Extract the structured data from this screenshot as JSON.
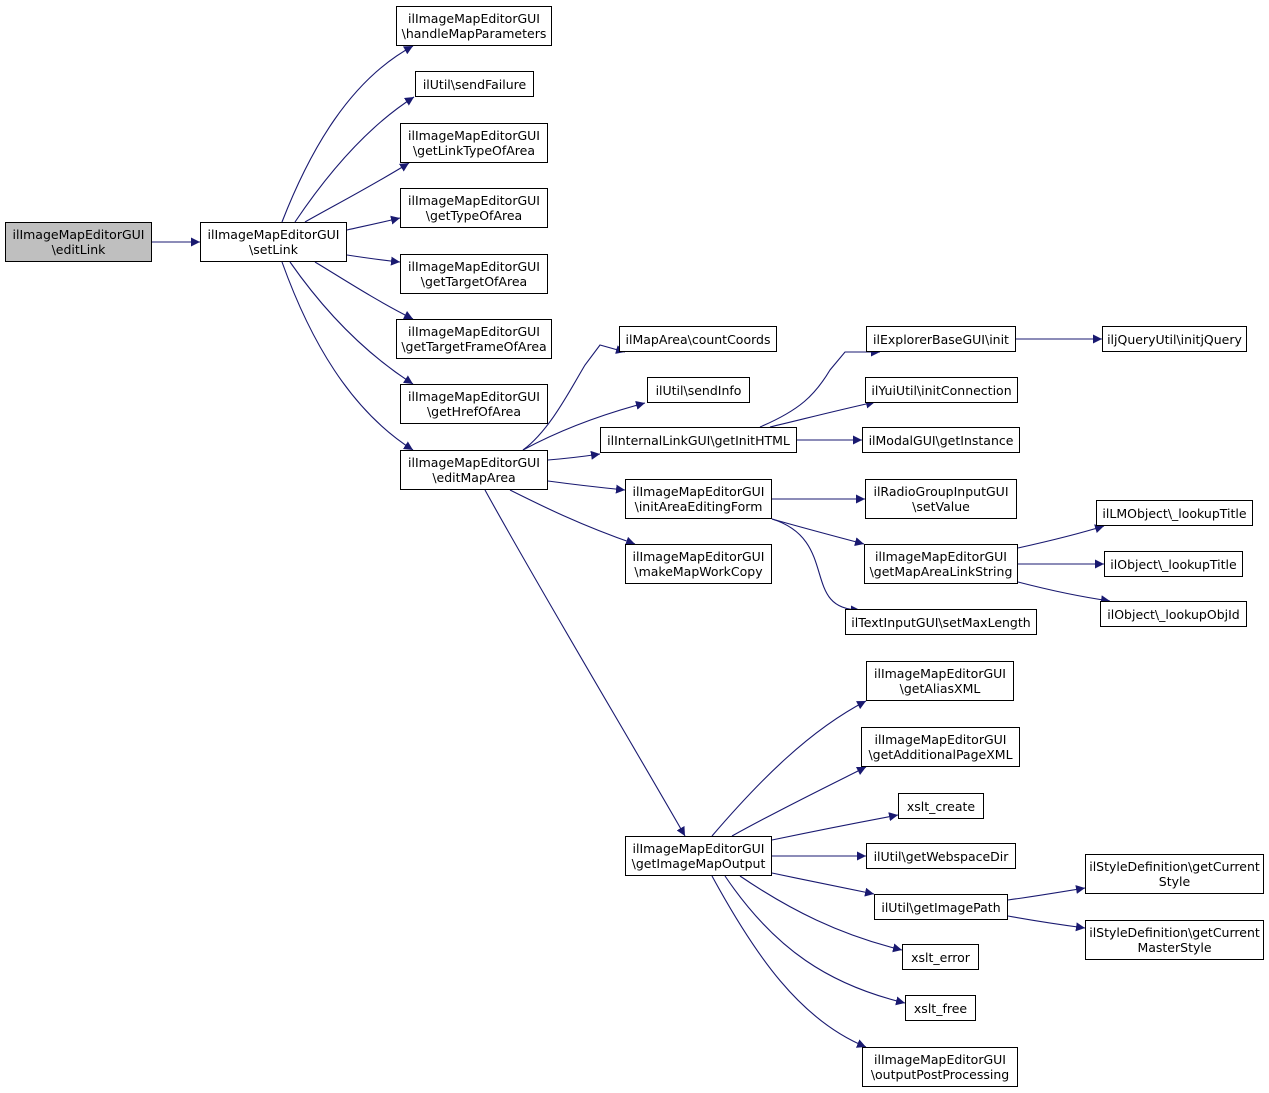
{
  "colors": {
    "edge": "#191970",
    "node_border": "#000000",
    "node_fill": "#ffffff",
    "root_fill": "#bfbfbf"
  },
  "nodes": [
    {
      "id": "editLink",
      "lines": [
        "ilImageMapEditorGUI",
        "\\editLink"
      ],
      "root": true
    },
    {
      "id": "setLink",
      "lines": [
        "ilImageMapEditorGUI",
        "\\setLink"
      ]
    },
    {
      "id": "handleMapParameters",
      "lines": [
        "ilImageMapEditorGUI",
        "\\handleMapParameters"
      ]
    },
    {
      "id": "sendFailure",
      "lines": [
        "ilUtil\\sendFailure"
      ]
    },
    {
      "id": "getLinkTypeOfArea",
      "lines": [
        "ilImageMapEditorGUI",
        "\\getLinkTypeOfArea"
      ]
    },
    {
      "id": "getTypeOfArea",
      "lines": [
        "ilImageMapEditorGUI",
        "\\getTypeOfArea"
      ]
    },
    {
      "id": "getTargetOfArea",
      "lines": [
        "ilImageMapEditorGUI",
        "\\getTargetOfArea"
      ]
    },
    {
      "id": "getTargetFrameOfArea",
      "lines": [
        "ilImageMapEditorGUI",
        "\\getTargetFrameOfArea"
      ]
    },
    {
      "id": "getHrefOfArea",
      "lines": [
        "ilImageMapEditorGUI",
        "\\getHrefOfArea"
      ]
    },
    {
      "id": "editMapArea",
      "lines": [
        "ilImageMapEditorGUI",
        "\\editMapArea"
      ]
    },
    {
      "id": "countCoords",
      "lines": [
        "ilMapArea\\countCoords"
      ]
    },
    {
      "id": "sendInfo",
      "lines": [
        "ilUtil\\sendInfo"
      ]
    },
    {
      "id": "getInitHTML",
      "lines": [
        "ilInternalLinkGUI\\getInitHTML"
      ]
    },
    {
      "id": "initAreaEditingForm",
      "lines": [
        "ilImageMapEditorGUI",
        "\\initAreaEditingForm"
      ]
    },
    {
      "id": "makeMapWorkCopy",
      "lines": [
        "ilImageMapEditorGUI",
        "\\makeMapWorkCopy"
      ]
    },
    {
      "id": "explorerInit",
      "lines": [
        "ilExplorerBaseGUI\\init"
      ]
    },
    {
      "id": "initConnection",
      "lines": [
        "ilYuiUtil\\initConnection"
      ]
    },
    {
      "id": "getInstance",
      "lines": [
        "ilModalGUI\\getInstance"
      ]
    },
    {
      "id": "initjQuery",
      "lines": [
        "iljQueryUtil\\initjQuery"
      ]
    },
    {
      "id": "setValue",
      "lines": [
        "ilRadioGroupInputGUI",
        "\\setValue"
      ]
    },
    {
      "id": "getMapAreaLinkString",
      "lines": [
        "ilImageMapEditorGUI",
        "\\getMapAreaLinkString"
      ]
    },
    {
      "id": "setMaxLength",
      "lines": [
        "ilTextInputGUI\\setMaxLength"
      ]
    },
    {
      "id": "lmLookupTitle",
      "lines": [
        "ilLMObject\\_lookupTitle"
      ]
    },
    {
      "id": "objLookupTitle",
      "lines": [
        "ilObject\\_lookupTitle"
      ]
    },
    {
      "id": "lookupObjId",
      "lines": [
        "ilObject\\_lookupObjId"
      ]
    },
    {
      "id": "getImageMapOutput",
      "lines": [
        "ilImageMapEditorGUI",
        "\\getImageMapOutput"
      ]
    },
    {
      "id": "getAliasXML",
      "lines": [
        "ilImageMapEditorGUI",
        "\\getAliasXML"
      ]
    },
    {
      "id": "getAdditionalPageXML",
      "lines": [
        "ilImageMapEditorGUI",
        "\\getAdditionalPageXML"
      ]
    },
    {
      "id": "xsltCreate",
      "lines": [
        "xslt_create"
      ]
    },
    {
      "id": "getWebspaceDir",
      "lines": [
        "ilUtil\\getWebspaceDir"
      ]
    },
    {
      "id": "getImagePath",
      "lines": [
        "ilUtil\\getImagePath"
      ]
    },
    {
      "id": "xsltError",
      "lines": [
        "xslt_error"
      ]
    },
    {
      "id": "xsltFree",
      "lines": [
        "xslt_free"
      ]
    },
    {
      "id": "outputPostProcessing",
      "lines": [
        "ilImageMapEditorGUI",
        "\\outputPostProcessing"
      ]
    },
    {
      "id": "getCurrentStyle",
      "lines": [
        "ilStyleDefinition\\getCurrent",
        "Style"
      ]
    },
    {
      "id": "getCurrentMasterStyle",
      "lines": [
        "ilStyleDefinition\\getCurrent",
        "MasterStyle"
      ]
    }
  ],
  "edges": [
    [
      "editLink",
      "setLink"
    ],
    [
      "setLink",
      "handleMapParameters"
    ],
    [
      "setLink",
      "sendFailure"
    ],
    [
      "setLink",
      "getLinkTypeOfArea"
    ],
    [
      "setLink",
      "getTypeOfArea"
    ],
    [
      "setLink",
      "getTargetOfArea"
    ],
    [
      "setLink",
      "getTargetFrameOfArea"
    ],
    [
      "setLink",
      "getHrefOfArea"
    ],
    [
      "setLink",
      "editMapArea"
    ],
    [
      "editMapArea",
      "countCoords"
    ],
    [
      "editMapArea",
      "sendInfo"
    ],
    [
      "editMapArea",
      "getInitHTML"
    ],
    [
      "editMapArea",
      "initAreaEditingForm"
    ],
    [
      "editMapArea",
      "makeMapWorkCopy"
    ],
    [
      "editMapArea",
      "getImageMapOutput"
    ],
    [
      "getInitHTML",
      "explorerInit"
    ],
    [
      "getInitHTML",
      "initConnection"
    ],
    [
      "getInitHTML",
      "getInstance"
    ],
    [
      "explorerInit",
      "initjQuery"
    ],
    [
      "initAreaEditingForm",
      "setValue"
    ],
    [
      "initAreaEditingForm",
      "getMapAreaLinkString"
    ],
    [
      "initAreaEditingForm",
      "setMaxLength"
    ],
    [
      "getMapAreaLinkString",
      "lmLookupTitle"
    ],
    [
      "getMapAreaLinkString",
      "objLookupTitle"
    ],
    [
      "getMapAreaLinkString",
      "lookupObjId"
    ],
    [
      "getImageMapOutput",
      "getAliasXML"
    ],
    [
      "getImageMapOutput",
      "getAdditionalPageXML"
    ],
    [
      "getImageMapOutput",
      "xsltCreate"
    ],
    [
      "getImageMapOutput",
      "getWebspaceDir"
    ],
    [
      "getImageMapOutput",
      "getImagePath"
    ],
    [
      "getImageMapOutput",
      "xsltError"
    ],
    [
      "getImageMapOutput",
      "xsltFree"
    ],
    [
      "getImageMapOutput",
      "outputPostProcessing"
    ],
    [
      "getImagePath",
      "getCurrentStyle"
    ],
    [
      "getImagePath",
      "getCurrentMasterStyle"
    ]
  ]
}
